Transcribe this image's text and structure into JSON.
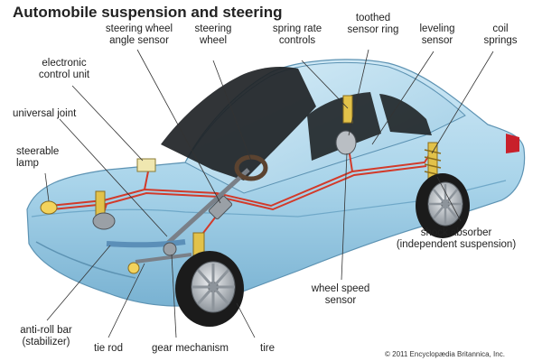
{
  "title": "Automobile suspension and steering",
  "labels": {
    "steering_wheel_angle_sensor": "steering wheel\nangle sensor",
    "steering_wheel": "steering\nwheel",
    "spring_rate_controls": "spring rate\ncontrols",
    "toothed_sensor_ring": "toothed\nsensor ring",
    "leveling_sensor": "leveling\nsensor",
    "coil_springs": "coil\nsprings",
    "electronic_control_unit": "electronic\ncontrol unit",
    "universal_joint": "universal joint",
    "steerable_lamp": "steerable\nlamp",
    "shock_absorber": "shock absorber\n(independent suspension)",
    "wheel_speed_sensor": "wheel speed\nsensor",
    "anti_roll_bar": "anti-roll bar\n(stabilizer)",
    "tie_rod": "tie rod",
    "gear_mechanism": "gear mechanism",
    "tire": "tire"
  },
  "credit": "© 2011 Encyclopædia Britannica, Inc.",
  "colors": {
    "body": "#a9d4ea",
    "body_dark": "#6fa8c8",
    "glass": "#1f2326",
    "wiring": "#d23a2a",
    "leader": "#333333",
    "tire": "#1b1b1b",
    "rim": "#b9bec3",
    "component": "#e2c24a"
  }
}
